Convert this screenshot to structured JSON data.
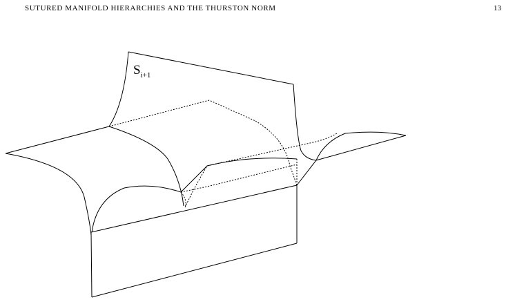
{
  "header": {
    "running_head": "SUTURED MANIFOLD HIERARCHIES AND THE THURSTON NORM",
    "page_number": "13"
  },
  "figure": {
    "surface_label": {
      "main": "S",
      "subscript": "i+1"
    }
  }
}
